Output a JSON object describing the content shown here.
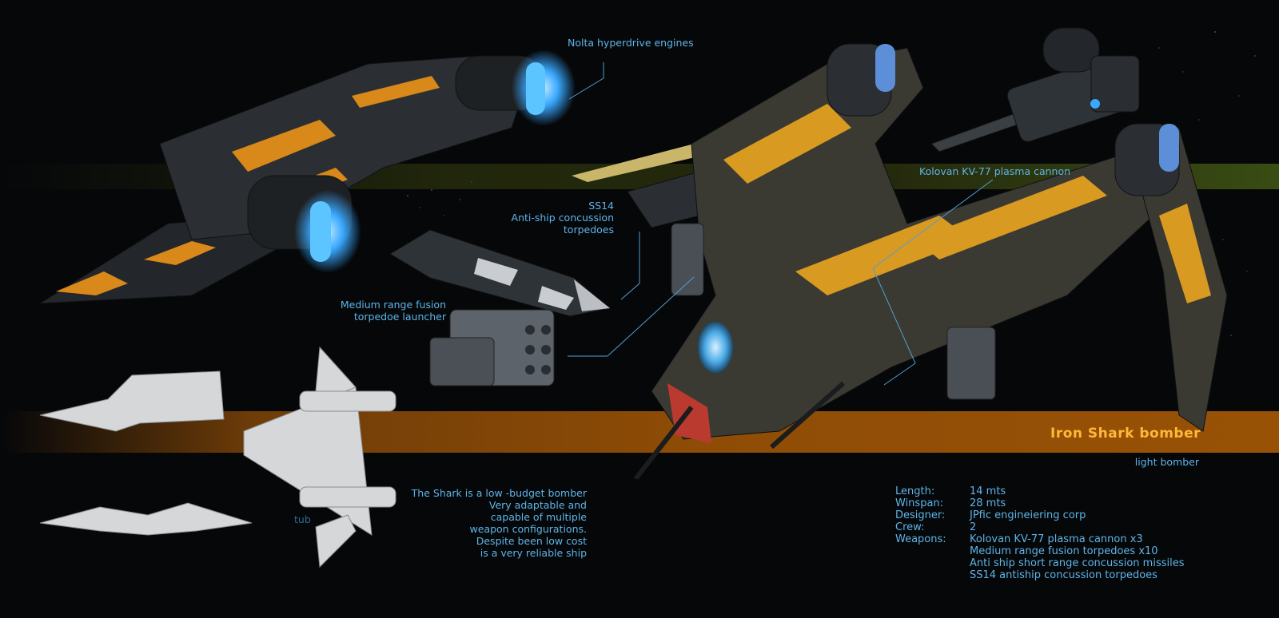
{
  "background": {
    "color": "#050709",
    "band_green": "#2c3310",
    "band_orange": "#9a5406"
  },
  "callouts": {
    "engines": "Nolta hyperdrive engines",
    "plasma_cannon": "Kolovan KV-77 plasma cannon",
    "ss14": "SS14\nAnti-ship concussion\ntorpedoes",
    "fusion_launcher": "Medium range fusion\ntorpedoe launcher",
    "description": "The Shark is a low -budget bomber\nVery adaptable and\ncapable of multiple\nweapon configurations.\nDespite been low cost\nis a very reliable ship",
    "partial_hidden": "tub"
  },
  "ship_name": "Iron Shark bomber",
  "ship_class": "light bomber",
  "specs": [
    {
      "key": "Length:",
      "value": "14 mts"
    },
    {
      "key": "Winspan:",
      "value": "28 mts"
    },
    {
      "key": "Designer:",
      "value": "JPfic engineiering corp"
    },
    {
      "key": "Crew:",
      "value": "2"
    },
    {
      "key": "Weapons:",
      "value": "Kolovan KV-77 plasma cannon x3\nMedium range fusion torpedoes x10\nAnti ship short range concussion missiles\nSS14 antiship concussion torpedoes"
    }
  ],
  "colors": {
    "label": "#5fb4e8",
    "title": "#ffb838",
    "hull_orange": "#d9881a",
    "hull_dark": "#262a2e",
    "engine_glow": "#3aa8ff"
  },
  "icons": [
    "ship-render-top",
    "ship-render-main",
    "torpedo-render",
    "launcher-render",
    "cannon-render",
    "wireframe-views"
  ]
}
